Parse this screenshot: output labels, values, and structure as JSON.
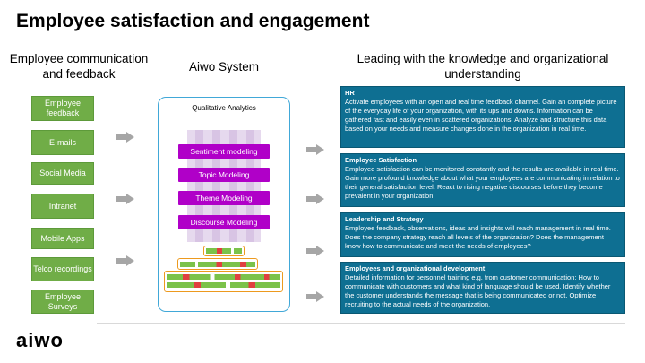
{
  "title": "Employee satisfaction and engagement",
  "columns": {
    "left": "Employee communication and feedback",
    "middle": "Aiwo System",
    "right": "Leading with the knowledge and organizational understanding"
  },
  "sources": [
    "Employee feedback",
    "E-mails",
    "Social Media",
    "Intranet",
    "Mobile Apps",
    "Telco recordings",
    "Employee Surveys"
  ],
  "system": {
    "label": "Qualitative Analytics",
    "models": [
      "Sentiment modeling",
      "Topic Modeling",
      "Theme Modeling",
      "Discourse Modeling"
    ]
  },
  "panels": [
    {
      "heading": "HR",
      "body": "Activate employees with an open and real time feedback channel. Gain an complete picture of the everyday life of your organization, with its ups and downs. Information can be gathered fast and easily even in scattered organizations. Analyze and structure this data based on your needs and measure changes done in the organization in real time."
    },
    {
      "heading": "Employee Satisfaction",
      "body": "Employee satisfaction can be monitored constantly and the results are available in real time. Gain more profound knowledge about what your employees are communicating in relation to their general satisfaction level. React to rising negative discourses before they become prevalent in your organization."
    },
    {
      "heading": "Leadership and Strategy",
      "body": "Employee feedback, observations, ideas and insights will reach management in real time. Does the company strategy reach all levels of the organization? Does the management know how to communicate and meet the needs of employees?"
    },
    {
      "heading": "Employees and organizational development",
      "body": "Detailed information for personnel training e.g. from customer communication: How to communicate with customers and what kind of language should be used. Identify whether the customer understands the message that is being communicated or not. Optimize recruiting to the actual needs of the organization."
    }
  ],
  "logo": "aiwo",
  "colors": {
    "source_box": "#70ad47",
    "model_box": "#b000c8",
    "panel": "#0e6f92",
    "arrow": "#a6a6a6",
    "frame": "#41a8d8"
  }
}
